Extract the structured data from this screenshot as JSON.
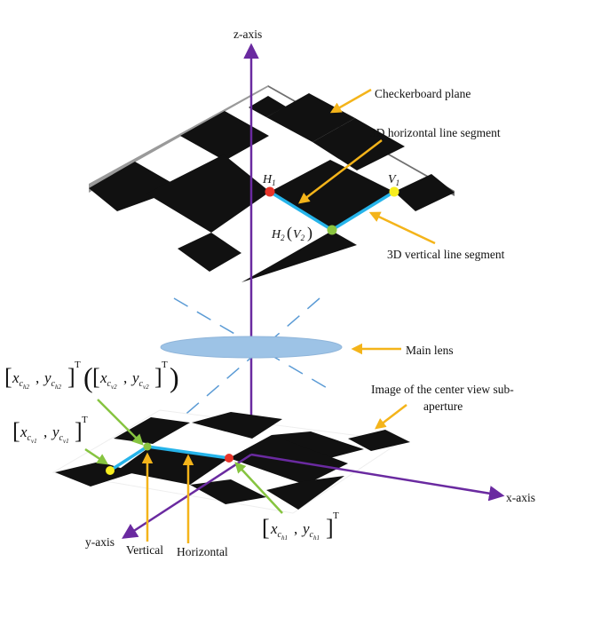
{
  "axes": {
    "z_label": "z-axis",
    "x_label": "x-axis",
    "y_label": "y-axis"
  },
  "labels": {
    "checkerboard_plane": "Checkerboard plane",
    "horizontal_3d": "3D  horizontal line segment",
    "vertical_3d": "3D vertical line segment",
    "main_lens": "Main lens",
    "image_line1": "Image of the center view sub-",
    "image_line2": "aperture",
    "vertical": "Vertical",
    "horizontal": "Horizontal"
  },
  "points": {
    "h1_main": "H",
    "h1_sub": "1",
    "v1_main": "V",
    "v1_sub": "1",
    "h2_main": "H",
    "h2_sub": "2",
    "v2_main": "V",
    "v2_sub": "2"
  },
  "coords": {
    "x": "x",
    "y": "y",
    "c": "c",
    "h2": "h2",
    "v2": "v2",
    "v1": "v1",
    "h1": "h1",
    "T": "T"
  },
  "colors": {
    "axis": "#6A2AA0",
    "arrow": "#F4B41A",
    "green_arrow": "#86C440",
    "segment": "#26B4EA",
    "lens": "#9DC3E6",
    "dash": "#5B9BD5",
    "point_red": "#E8342A",
    "point_yellow": "#F7EE1F",
    "point_green": "#8BC540"
  }
}
